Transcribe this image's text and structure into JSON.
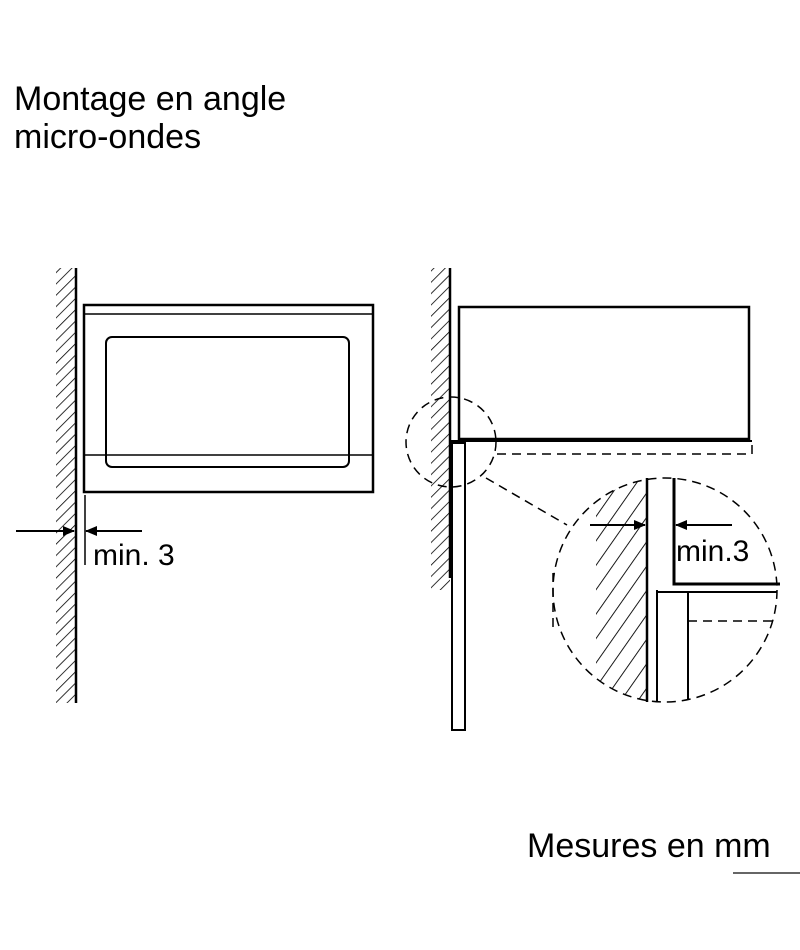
{
  "title": {
    "line1": "Montage en angle",
    "line2": "micro-ondes"
  },
  "labels": {
    "left_gap": "min. 3",
    "detail_gap": "min.3"
  },
  "footer": {
    "text": "Mesures en mm"
  }
}
